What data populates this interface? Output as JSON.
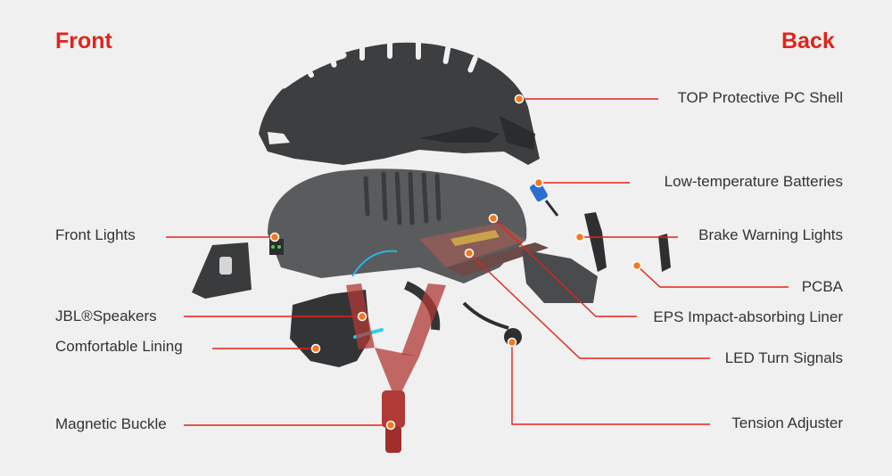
{
  "headings": {
    "front": "Front",
    "back": "Back"
  },
  "labels": {
    "left": [
      "Front Lights",
      "JBL®Speakers",
      "Comfortable Lining",
      "Magnetic Buckle"
    ],
    "right": [
      "TOP Protective PC Shell",
      "Low-temperature Batteries",
      "Brake Warning Lights",
      "PCBA",
      "EPS Impact-absorbing Liner",
      "LED Turn Signals",
      "Tension Adjuster"
    ]
  },
  "colors": {
    "accent": "#e2231a",
    "callout_dot": "#f07a22",
    "text": "#333333",
    "background": "#f0f0f0",
    "shell": "#3d3e40",
    "foam": "#5a5b5d",
    "strap": "#b03a36"
  }
}
